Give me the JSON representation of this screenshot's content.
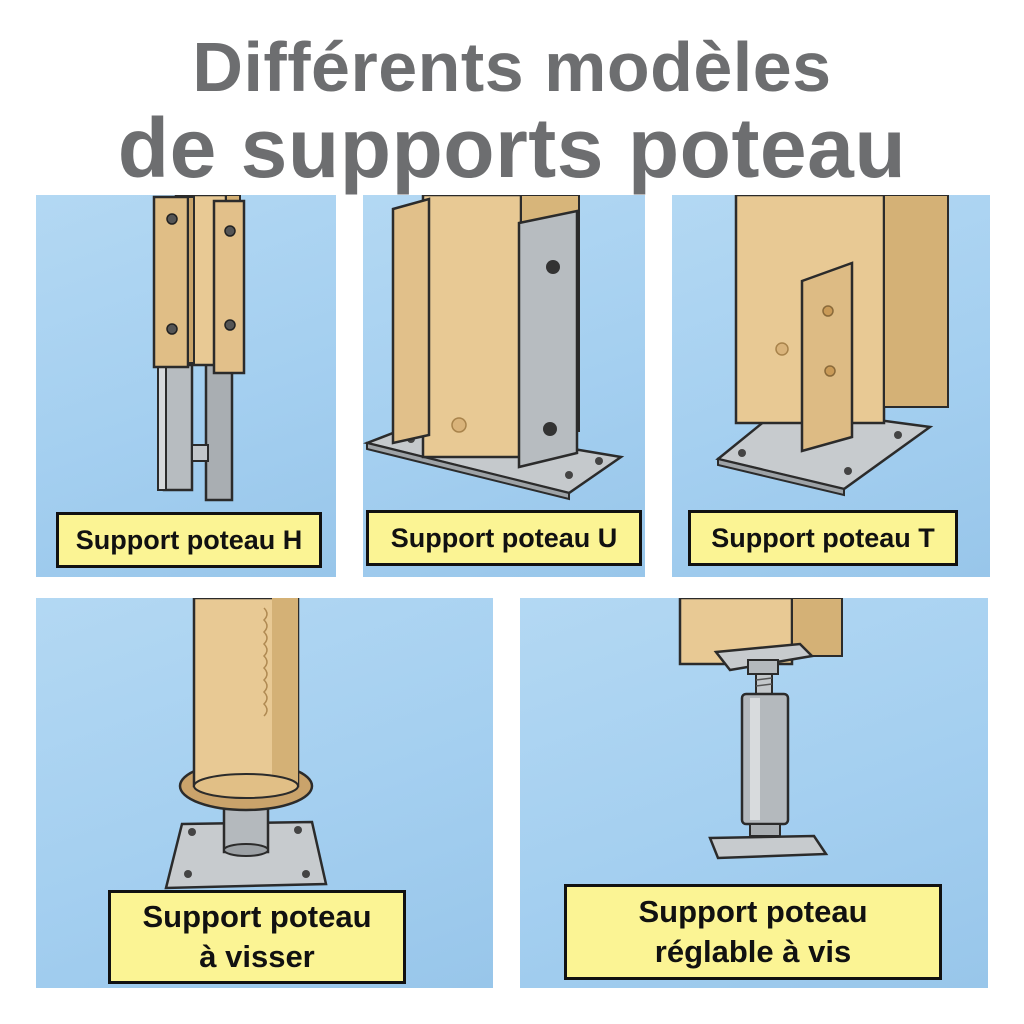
{
  "title": {
    "line1": "Différents modèles",
    "line2": "de supports poteau"
  },
  "panels": [
    {
      "label": [
        "Support poteau H"
      ]
    },
    {
      "label": [
        "Support poteau U"
      ]
    },
    {
      "label": [
        "Support poteau T"
      ]
    },
    {
      "label": [
        "Support poteau",
        "à visser"
      ]
    },
    {
      "label": [
        "Support poteau",
        "réglable à vis"
      ]
    }
  ],
  "colors": {
    "title": "#6d6e70",
    "panel_bg": "#a4cff0",
    "label_bg": "#fbf494",
    "wood": "#e8c994",
    "metal": "#b4b9bd"
  }
}
